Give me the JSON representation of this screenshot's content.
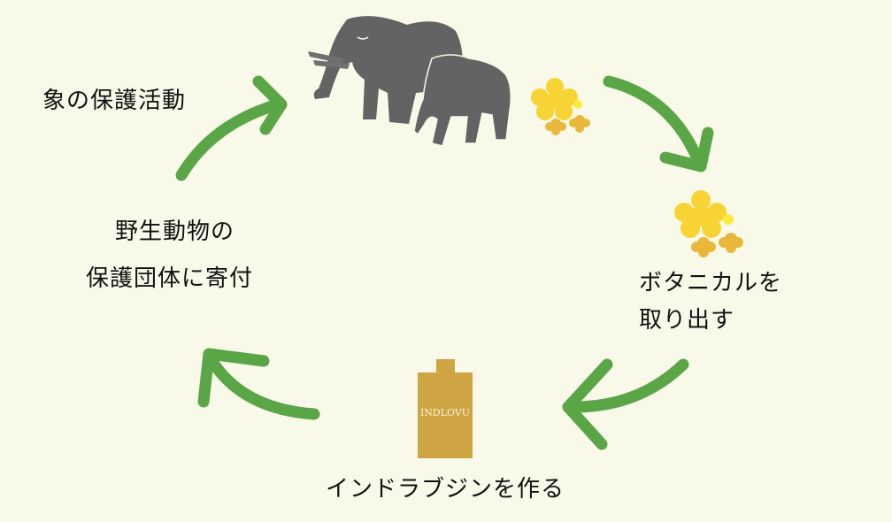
{
  "steps": {
    "elephant_protection": "象の保護活動",
    "donate_line1": "野生動物の",
    "donate_line2": "保護団体に寄付",
    "botanical_line1": "ボタニカルを",
    "botanical_line2": "取り出す",
    "make_gin": "インドラブジンを作る"
  },
  "bottle": {
    "label": "INDLOVU"
  },
  "colors": {
    "background": "#f9f9e9",
    "arrow": "#5aa646",
    "elephant": "#636363",
    "flower": "#f7d433",
    "flower_small": "#e9b83a",
    "bottle": "#cfa443"
  }
}
